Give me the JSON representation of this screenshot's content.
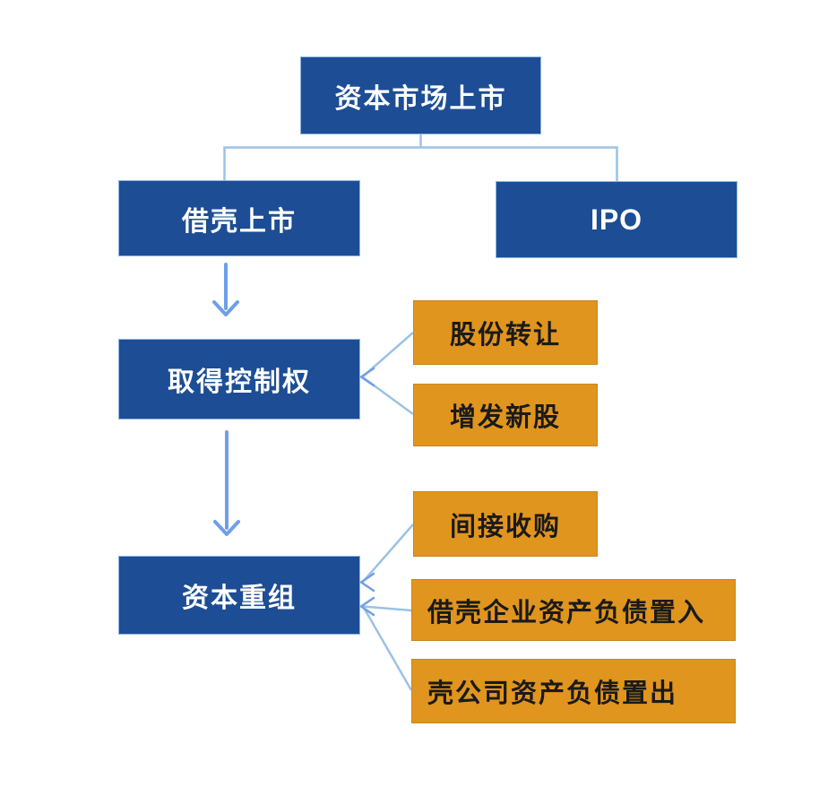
{
  "diagram": {
    "nodes": {
      "root": {
        "label": "资本市场上市"
      },
      "backdoor": {
        "label": "借壳上市"
      },
      "ipo": {
        "label": "IPO"
      },
      "control": {
        "label": "取得控制权"
      },
      "restructure": {
        "label": "资本重组"
      },
      "share_transfer": {
        "label": "股份转让"
      },
      "new_shares": {
        "label": "增发新股"
      },
      "indirect": {
        "label": "间接收购"
      },
      "asset_in": {
        "label": "借壳企业资产负债置入"
      },
      "asset_out": {
        "label": "壳公司资产负债置出"
      }
    },
    "edges": [
      {
        "from": "root",
        "to": "backdoor",
        "type": "tree-branch"
      },
      {
        "from": "root",
        "to": "ipo",
        "type": "tree-branch"
      },
      {
        "from": "backdoor",
        "to": "control",
        "type": "down-arrow"
      },
      {
        "from": "control",
        "to": "restructure",
        "type": "down-arrow"
      },
      {
        "from": "share_transfer",
        "to": "control",
        "type": "fan-arrow"
      },
      {
        "from": "new_shares",
        "to": "control",
        "type": "fan-arrow"
      },
      {
        "from": "indirect",
        "to": "restructure",
        "type": "fan-arrow"
      },
      {
        "from": "asset_in",
        "to": "restructure",
        "type": "fan-arrow"
      },
      {
        "from": "asset_out",
        "to": "restructure",
        "type": "fan-arrow"
      }
    ]
  },
  "colors": {
    "background": "#FFFFFF",
    "blue_fill": "#1D4D94",
    "blue_border": "#8EB4E3",
    "blue_text": "#FFFFFF",
    "orange_fill": "#E0951F",
    "orange_border": "#C9861C",
    "orange_text": "#1A1A1A",
    "connector": "#9CC2E5",
    "arrow": "#6F9FE8"
  }
}
